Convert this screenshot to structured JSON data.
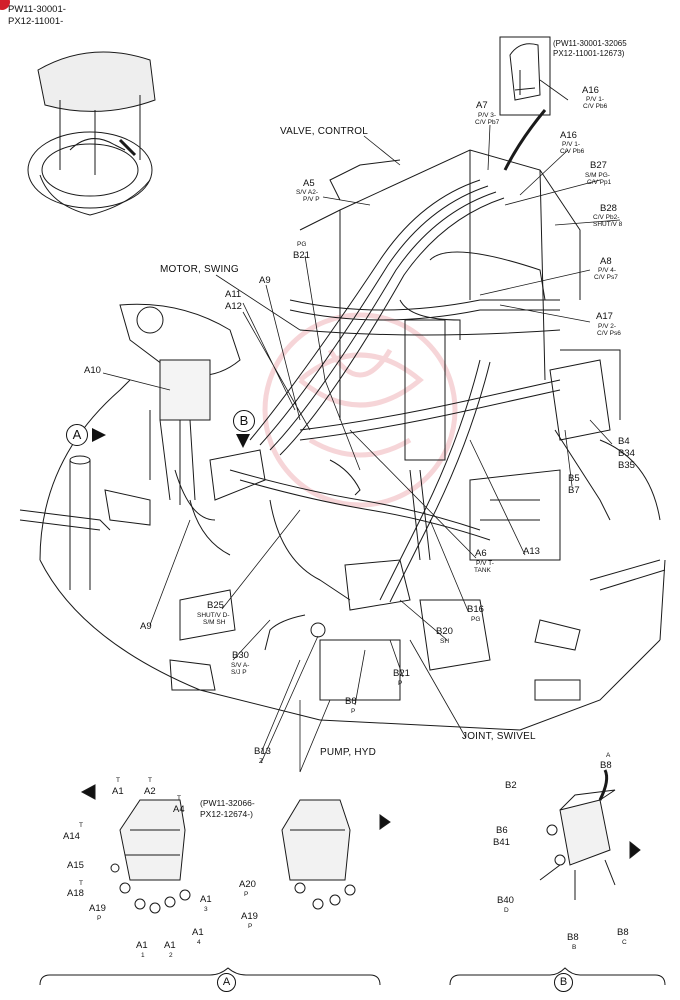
{
  "header": {
    "serial_line_1": "PW11-30001-",
    "serial_line_2": "PX12-11001-"
  },
  "callouts": {
    "top_right_range": [
      "(PW11-30001-32065",
      "PX12-11001-12673)"
    ],
    "detail_a_range": [
      "(PW11-32066-",
      "PX12-12674-)"
    ]
  },
  "titles": {
    "valve_control": "VALVE, CONTROL",
    "motor_swing": "MOTOR, SWING",
    "pump_hyd": "PUMP, HYD",
    "joint_swivel": "JOINT, SWIVEL"
  },
  "labels": {
    "a16_top": {
      "id": "A16",
      "sub": [
        "P/V 1-",
        "C/V Pb6"
      ]
    },
    "a7": {
      "id": "A7",
      "sub": [
        "P/V 3-",
        "C/V Pb7"
      ]
    },
    "a16": {
      "id": "A16",
      "sub": [
        "P/V 1-",
        "C/V Pb6"
      ]
    },
    "b27": {
      "id": "B27",
      "sub": [
        "S/M PG-",
        "C/V Pp1"
      ]
    },
    "b28": {
      "id": "B28",
      "sub": [
        "C/V Pb2-",
        "SHUT/V 8"
      ]
    },
    "a5": {
      "id": "A5",
      "sub": [
        "S/V A2-",
        "P/V P"
      ]
    },
    "pg_b21": {
      "pre": "PG",
      "id": "B21"
    },
    "a8": {
      "id": "A8",
      "sub": [
        "P/V 4-",
        "C/V Ps7"
      ]
    },
    "a17": {
      "id": "A17",
      "sub": [
        "P/V 2-",
        "C/V Ps6"
      ]
    },
    "a11": "A11",
    "a12": "A12",
    "a9_top": "A9",
    "a10": "A10",
    "circle_a": "A",
    "circle_b": "B",
    "b4": "B4",
    "b34": "B34",
    "b35": "B35",
    "b5": "B5",
    "b7": "B7",
    "a6": {
      "id": "A6",
      "sub": [
        "P/V T-",
        "TANK"
      ]
    },
    "a13": "A13",
    "a9_left": "A9",
    "b25": {
      "id": "B25",
      "sub": [
        "SHUT/V D-",
        "S/M SH"
      ]
    },
    "b16": {
      "id": "B16",
      "sub": [
        "PG"
      ]
    },
    "b20": {
      "id": "B20",
      "sub": [
        "SH"
      ]
    },
    "b30": {
      "id": "B30",
      "sub": [
        "S/V A-",
        "S/J P"
      ]
    },
    "b21": {
      "id": "B21",
      "sub": [
        "P"
      ]
    },
    "b8": {
      "id": "B8",
      "sub": [
        "P"
      ]
    },
    "b13": {
      "id": "B13",
      "sub": [
        "Z"
      ]
    }
  },
  "detail_a": {
    "t_marks": [
      "T",
      "T",
      "T",
      "T",
      "T"
    ],
    "a1_t": "A1",
    "a2": "A2",
    "a4": "A4",
    "a14": "A14",
    "a15": "A15",
    "a18": "A18",
    "a19": {
      "id": "A19",
      "sub": "P"
    },
    "a1_3": {
      "id": "A1",
      "sub": "3"
    },
    "a1_1": {
      "id": "A1",
      "sub": "1"
    },
    "a1_2": {
      "id": "A1",
      "sub": "2"
    },
    "a1_4": {
      "id": "A1",
      "sub": "4"
    },
    "a20_r": {
      "id": "A20",
      "sub": "P"
    },
    "a19_r": {
      "id": "A19",
      "sub": "P"
    },
    "footer_circle": "A"
  },
  "detail_b": {
    "b8_a": {
      "pre": "A",
      "id": "B8"
    },
    "b2": "B2",
    "b6": "B6",
    "b41": "B41",
    "b40": {
      "id": "B40",
      "sub": "D"
    },
    "b8_b": {
      "id": "B8",
      "sub": "B"
    },
    "b8_c": {
      "id": "B8",
      "sub": "C"
    },
    "footer_circle": "B"
  }
}
